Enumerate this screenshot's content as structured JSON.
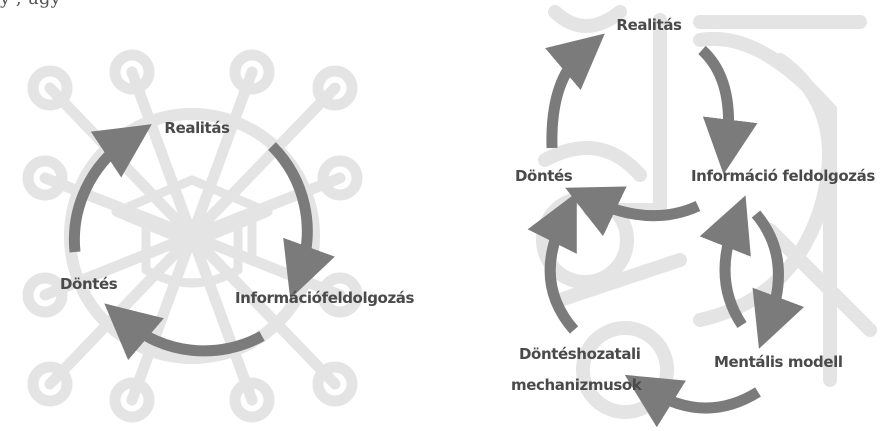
{
  "top_fragment": "y , ugy",
  "left_diagram": {
    "labels": {
      "top": "Realitás",
      "right": "Információfeldolgozás",
      "left": "Döntés"
    }
  },
  "right_diagram": {
    "labels": {
      "top": "Realitás",
      "info": "Információ feldolgozás",
      "decision": "Döntés",
      "mental": "Mentális modell",
      "mech_line1": "Döntéshozatali",
      "mech_line2": "mechanizmusok"
    }
  },
  "colors": {
    "arrow": "#7b7b7b",
    "background_graphic": "#e4e4e4",
    "text": "#4a4a4a"
  }
}
